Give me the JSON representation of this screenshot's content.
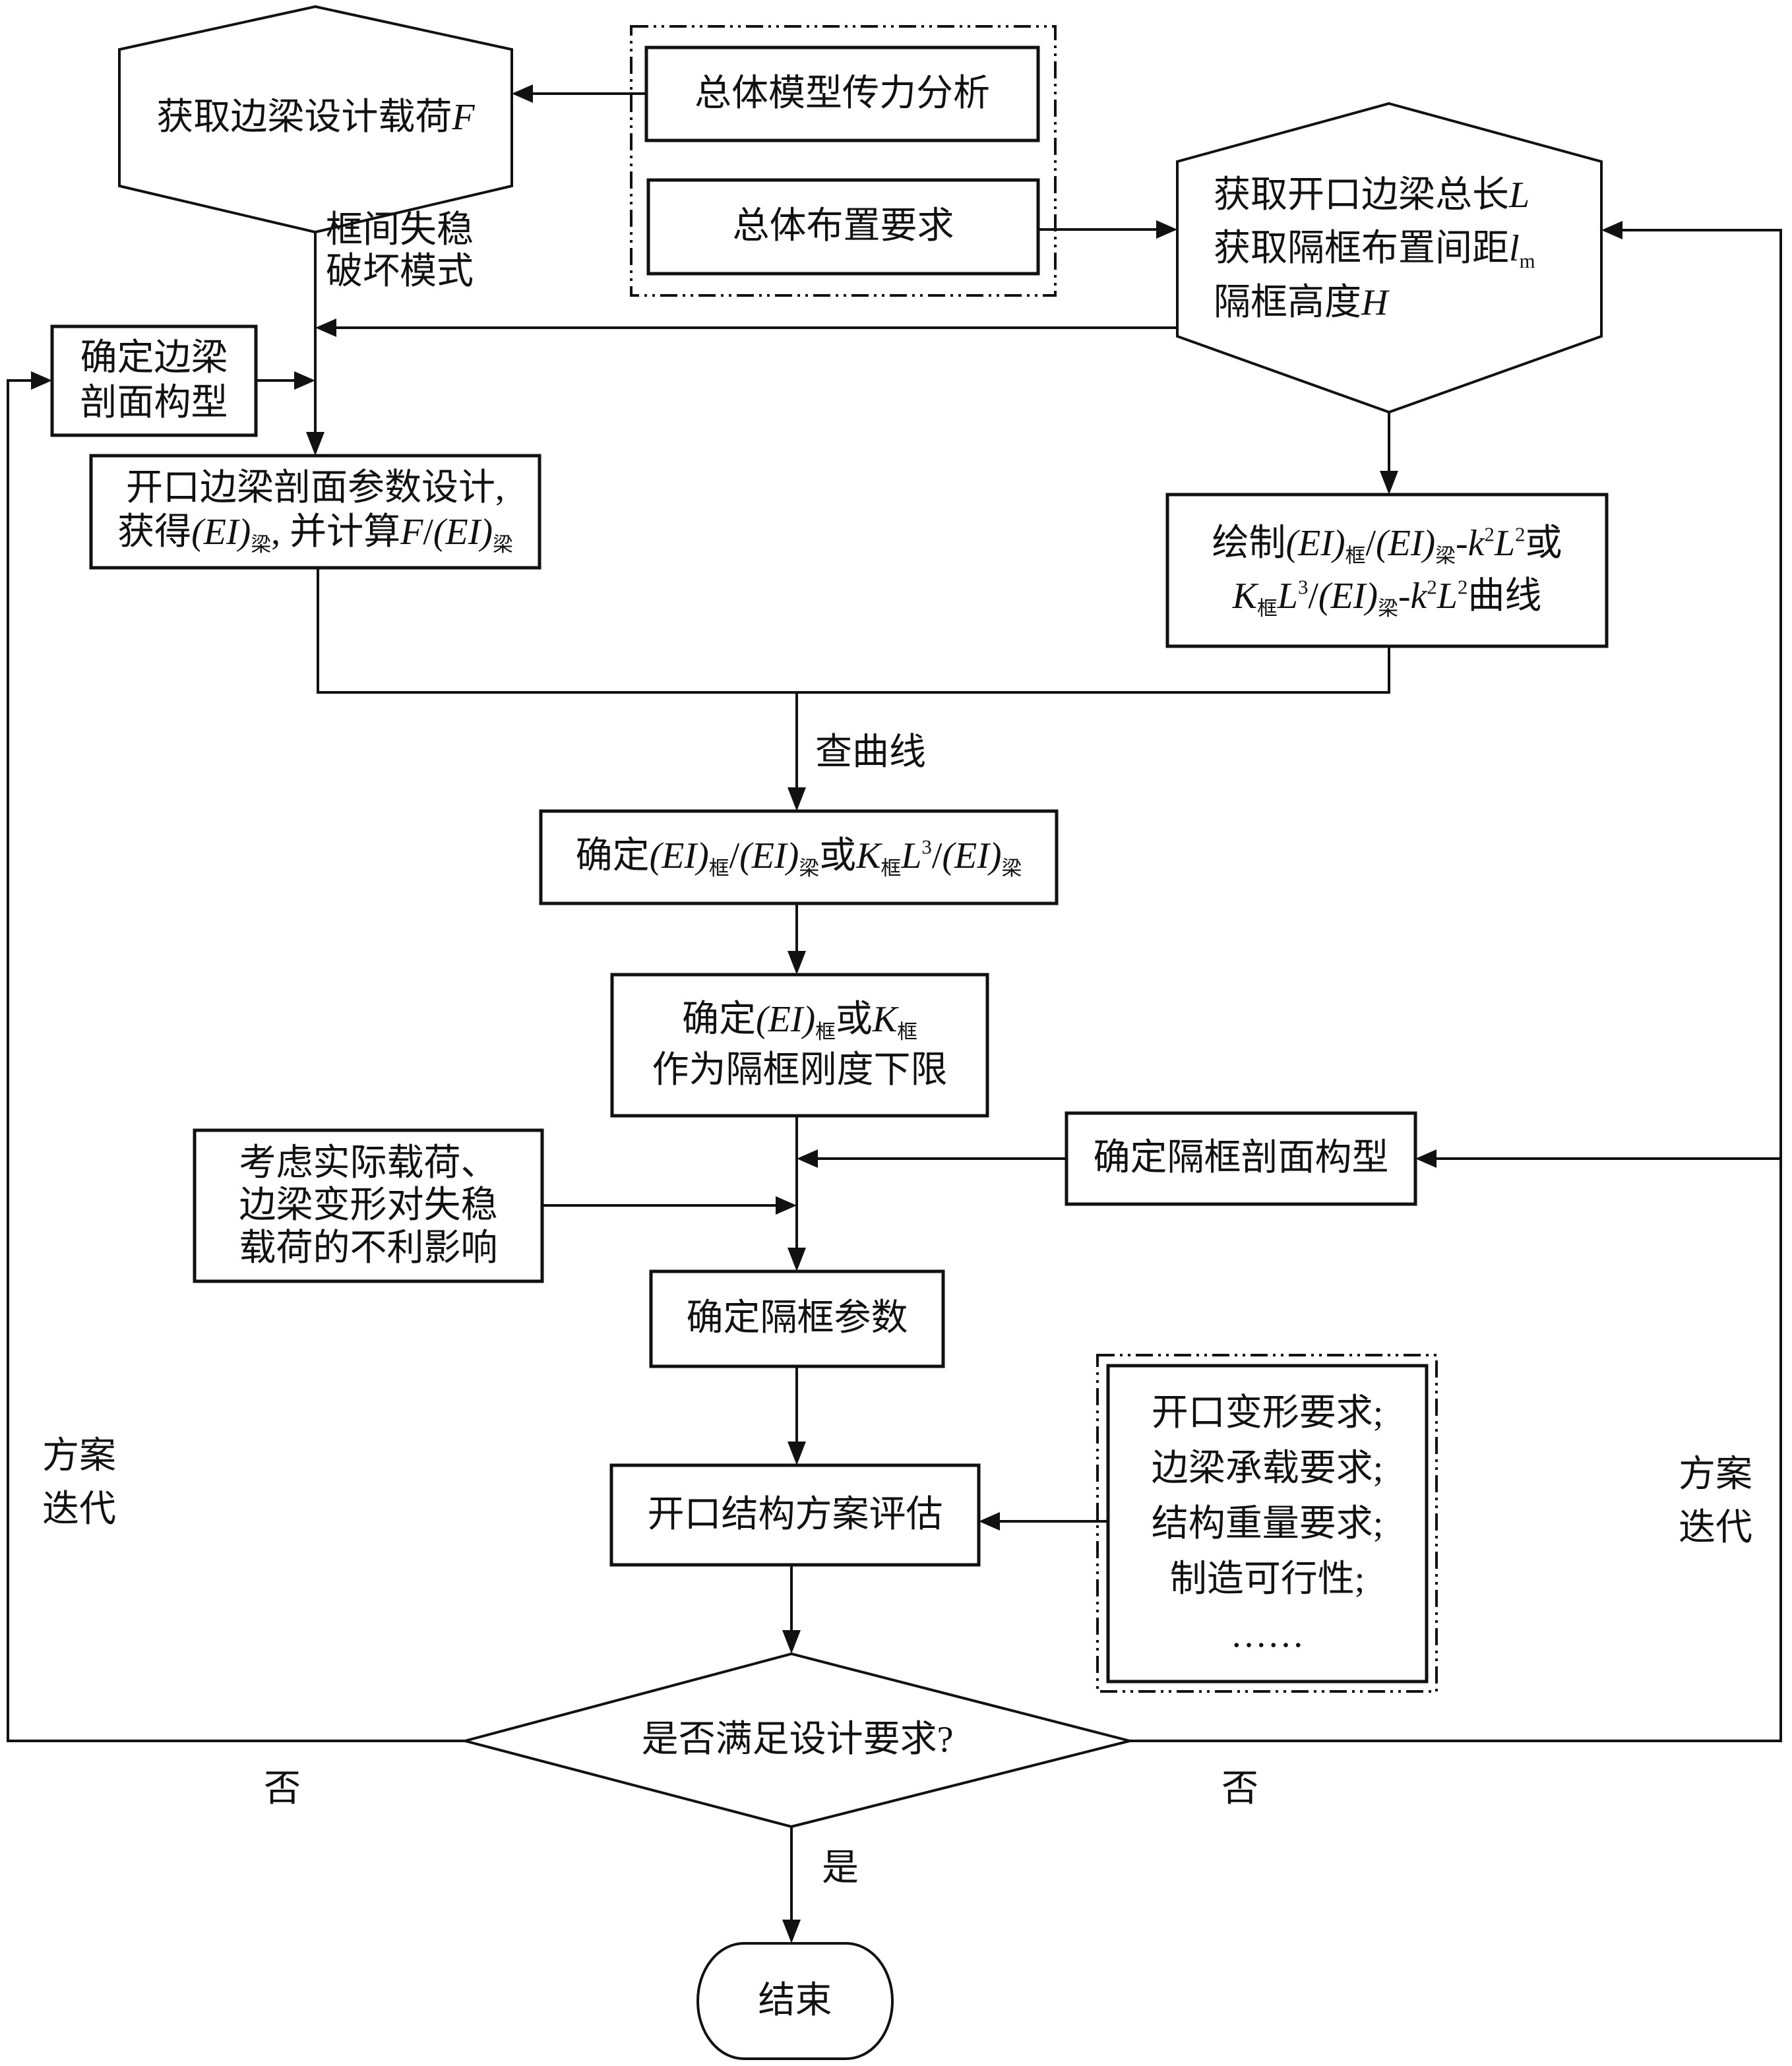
{
  "diagram": {
    "type": "flowchart",
    "nodes": {
      "get_load": {
        "shape": "hexagon",
        "text": "获取边梁设计载荷",
        "var": "F"
      },
      "input_group": {
        "shape": "dash-dot-group",
        "items": [
          "总体模型传力分析",
          "总体布置要求"
        ]
      },
      "get_geometry": {
        "shape": "hexagon",
        "lines": [
          {
            "text": "获取开口边梁总长",
            "var": "L",
            "sub": ""
          },
          {
            "text": "获取隔框布置间距",
            "var": "l",
            "sub": "m"
          },
          {
            "text": "隔框高度",
            "var": "H",
            "sub": ""
          }
        ]
      },
      "beam_section": {
        "shape": "rect",
        "lines": [
          "确定边梁",
          "剖面构型"
        ]
      },
      "param_design": {
        "shape": "rect",
        "line1": "开口边梁剖面参数设计,",
        "line2_parts": [
          "获得",
          "(EI)",
          "梁",
          ", 并计算",
          "F",
          "/",
          "(EI)",
          "梁"
        ]
      },
      "draw_curve": {
        "shape": "rect",
        "line1_parts": [
          "绘制",
          "(EI)",
          "框",
          "/",
          "(EI)",
          "梁",
          "-",
          "k",
          "2",
          "L",
          "2",
          "或"
        ],
        "line2_parts": [
          "K",
          "框",
          "L",
          "3",
          "/",
          "(EI)",
          "梁",
          "-",
          "k",
          "2",
          "L",
          "2",
          "曲线"
        ]
      },
      "lookup": {
        "shape": "rect",
        "parts": [
          "确定",
          "(EI)",
          "框",
          "/",
          "(EI)",
          "梁",
          "或",
          "K",
          "框",
          "L",
          "3",
          "/",
          "(EI)",
          "梁"
        ]
      },
      "lower_limit": {
        "shape": "rect",
        "line1_parts": [
          "确定",
          "(EI)",
          "框",
          "或",
          "K",
          "框"
        ],
        "line2": "作为隔框刚度下限"
      },
      "consider": {
        "shape": "rect",
        "lines": [
          "考虑实际载荷、",
          "边梁变形对失稳",
          "载荷的不利影响"
        ]
      },
      "frame_section": {
        "shape": "rect",
        "text": "确定隔框剖面构型"
      },
      "frame_params": {
        "shape": "rect",
        "text": "确定隔框参数"
      },
      "evaluate": {
        "shape": "rect",
        "text": "开口结构方案评估"
      },
      "requirements": {
        "shape": "dash-dot-group",
        "lines": [
          "开口变形要求;",
          "边梁承载要求;",
          "结构重量要求;",
          "制造可行性;",
          "……"
        ]
      },
      "decision": {
        "shape": "diamond",
        "text": "是否满足设计要求?"
      },
      "end": {
        "shape": "terminal",
        "text": "结束"
      }
    },
    "edge_labels": {
      "failure_mode": [
        "框间失稳",
        "破坏模式"
      ],
      "check_curve": "查曲线",
      "iterate_left": [
        "方案",
        "迭代"
      ],
      "iterate_right": [
        "方案",
        "迭代"
      ],
      "no_left": "否",
      "no_right": "否",
      "yes": "是"
    },
    "edges": [
      {
        "from": "input_group.0",
        "to": "get_load"
      },
      {
        "from": "input_group.1",
        "to": "get_geometry"
      },
      {
        "from": "get_load",
        "to": "param_design",
        "label": "failure_mode"
      },
      {
        "from": "get_geometry",
        "to": "param_design"
      },
      {
        "from": "beam_section",
        "to": "param_design"
      },
      {
        "from": "get_geometry",
        "to": "draw_curve"
      },
      {
        "from": "param_design",
        "to": "lookup",
        "label": "check_curve"
      },
      {
        "from": "draw_curve",
        "to": "lookup",
        "label": "check_curve"
      },
      {
        "from": "lookup",
        "to": "lower_limit"
      },
      {
        "from": "lower_limit",
        "to": "frame_params"
      },
      {
        "from": "consider",
        "to": "frame_params"
      },
      {
        "from": "frame_section",
        "to": "frame_params"
      },
      {
        "from": "frame_params",
        "to": "evaluate"
      },
      {
        "from": "requirements",
        "to": "evaluate"
      },
      {
        "from": "evaluate",
        "to": "decision"
      },
      {
        "from": "decision",
        "to": "end",
        "label": "yes"
      },
      {
        "from": "decision",
        "to": "beam_section",
        "label": "no_left"
      },
      {
        "from": "decision",
        "to": "get_geometry",
        "label": "no_right"
      },
      {
        "from": "decision",
        "to": "frame_section",
        "label": "no_right"
      }
    ]
  }
}
